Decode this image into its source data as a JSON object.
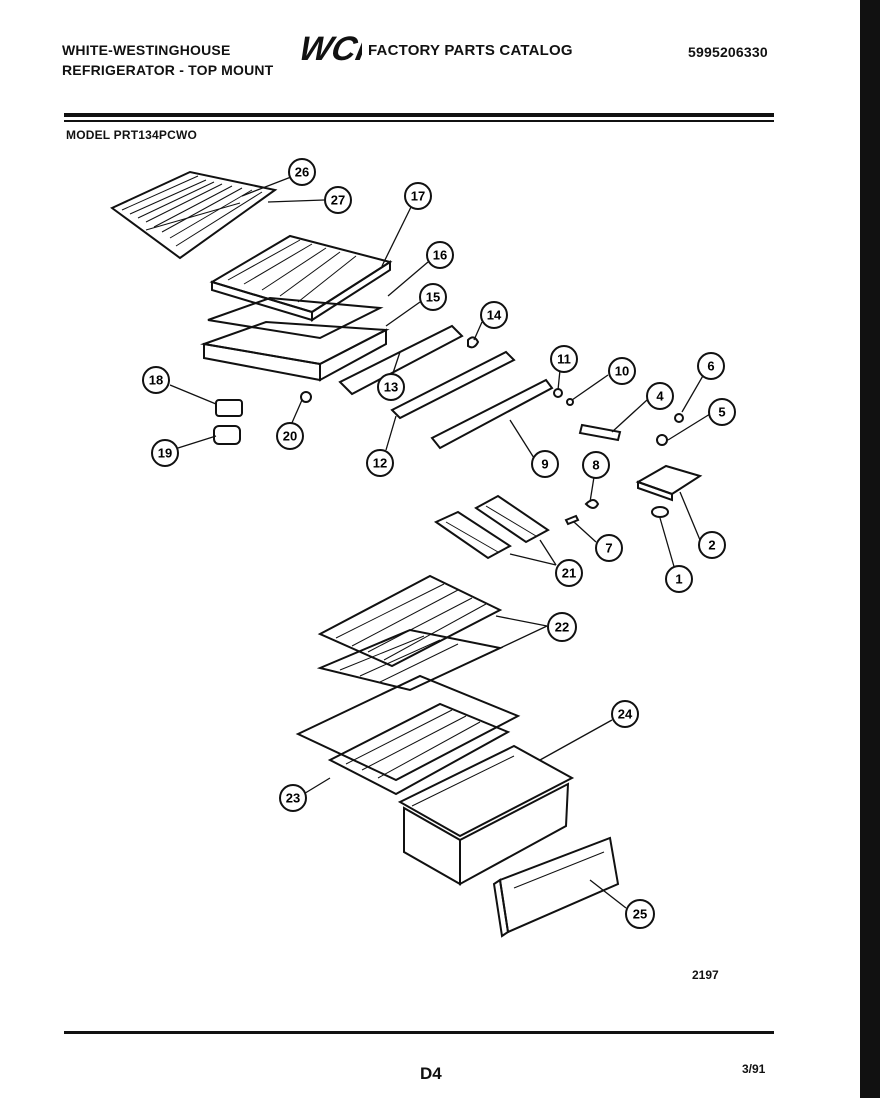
{
  "header": {
    "brand_line1": "WHITE-WESTINGHOUSE",
    "brand_line2": "REFRIGERATOR - TOP MOUNT",
    "logo_text": "WCI",
    "catalog_title": "FACTORY PARTS CATALOG",
    "part_number": "5995206330"
  },
  "model": "MODEL PRT134PCWO",
  "callouts": [
    "26",
    "27",
    "17",
    "16",
    "15",
    "14",
    "18",
    "19",
    "20",
    "13",
    "12",
    "11",
    "10",
    "9",
    "4",
    "6",
    "5",
    "8",
    "7",
    "2",
    "1",
    "21",
    "22",
    "24",
    "23",
    "25"
  ],
  "figure_number": "2197",
  "page_number": "D4",
  "date": "3/91",
  "colors": {
    "ink": "#111111",
    "paper": "#ffffff"
  }
}
